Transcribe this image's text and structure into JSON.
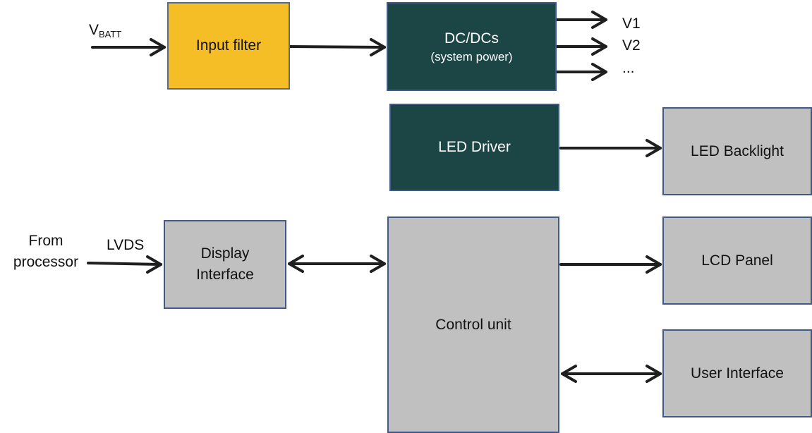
{
  "colors": {
    "gray": "#c0c0c0",
    "gray_border": "#3f5a8a",
    "yellow": "#f6be26",
    "yellow_border": "#5f6b77",
    "teal": "#1c4546",
    "teal_border": "#3f5a8a",
    "arrow": "#1f1f1f"
  },
  "inputs": {
    "vbatt_main": "V",
    "vbatt_sub": "BATT",
    "from_line1": "From",
    "from_line2": "processor",
    "lvds": "LVDS"
  },
  "outputs": {
    "v1": "V1",
    "v2": "V2",
    "more": "..."
  },
  "blocks": {
    "input_filter": "Input filter",
    "dcdc_title": "DC/DCs",
    "dcdc_sub": "(system power)",
    "led_driver": "LED Driver",
    "led_backlight": "LED Backlight",
    "display_line1": "Display",
    "display_line2": "Interface",
    "control_unit": "Control unit",
    "lcd_panel": "LCD Panel",
    "user_interface": "User Interface"
  }
}
